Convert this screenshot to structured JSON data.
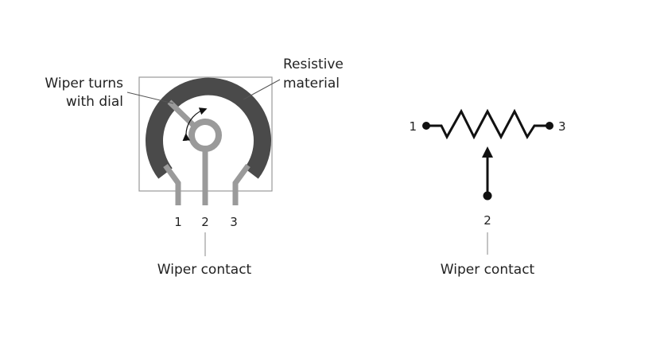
{
  "left_diagram": {
    "title": "Physical potentiometer",
    "labels": {
      "wiper_line1": "Wiper turns",
      "wiper_line2": "with dial",
      "resistive_line1": "Resistive",
      "resistive_line2": "material",
      "wiper_contact": "Wiper contact"
    },
    "pins": [
      "1",
      "2",
      "3"
    ]
  },
  "right_diagram": {
    "title": "Schematic symbol",
    "pins": [
      "1",
      "2",
      "3"
    ],
    "labels": {
      "wiper_contact": "Wiper contact"
    }
  },
  "colors": {
    "track": "#4a4a4a",
    "wiper": "#9a9a9a",
    "outline": "#8a8a8a",
    "ink": "#111111"
  }
}
